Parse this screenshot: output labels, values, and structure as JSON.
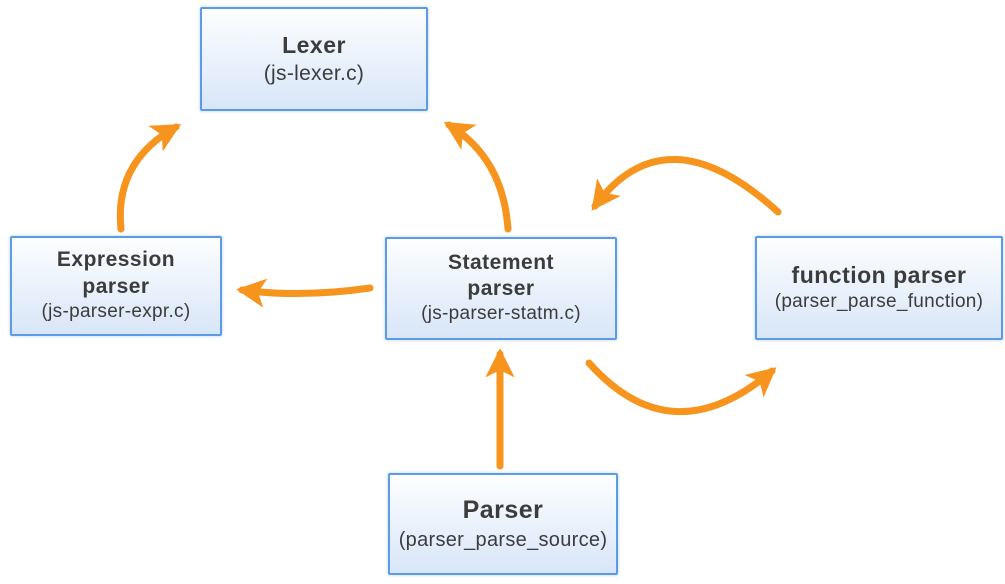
{
  "diagram": {
    "description": "Parser module architecture diagram",
    "nodes": {
      "lexer": {
        "title": "Lexer",
        "subtitle": "(js-lexer.c)"
      },
      "expression_parser": {
        "title_line1": "Expression",
        "title_line2": "parser",
        "subtitle": "(js-parser-expr.c)"
      },
      "statement_parser": {
        "title_line1": "Statement",
        "title_line2": "parser",
        "subtitle": "(js-parser-statm.c)"
      },
      "function_parser": {
        "title": "function parser",
        "subtitle": "(parser_parse_function)"
      },
      "parser": {
        "title": "Parser",
        "subtitle": "(parser_parse_source)"
      }
    },
    "edges": [
      {
        "from": "expression_parser",
        "to": "lexer"
      },
      {
        "from": "statement_parser",
        "to": "lexer"
      },
      {
        "from": "statement_parser",
        "to": "expression_parser"
      },
      {
        "from": "function_parser",
        "to": "statement_parser"
      },
      {
        "from": "statement_parser",
        "to": "function_parser"
      },
      {
        "from": "parser",
        "to": "statement_parser"
      }
    ],
    "colors": {
      "arrow": "#F7941E",
      "box_border": "#5C9CE6",
      "box_fill_top": "#FDFEFF",
      "box_fill_bottom": "#D8E6F8",
      "text": "#3C3C3C"
    }
  }
}
